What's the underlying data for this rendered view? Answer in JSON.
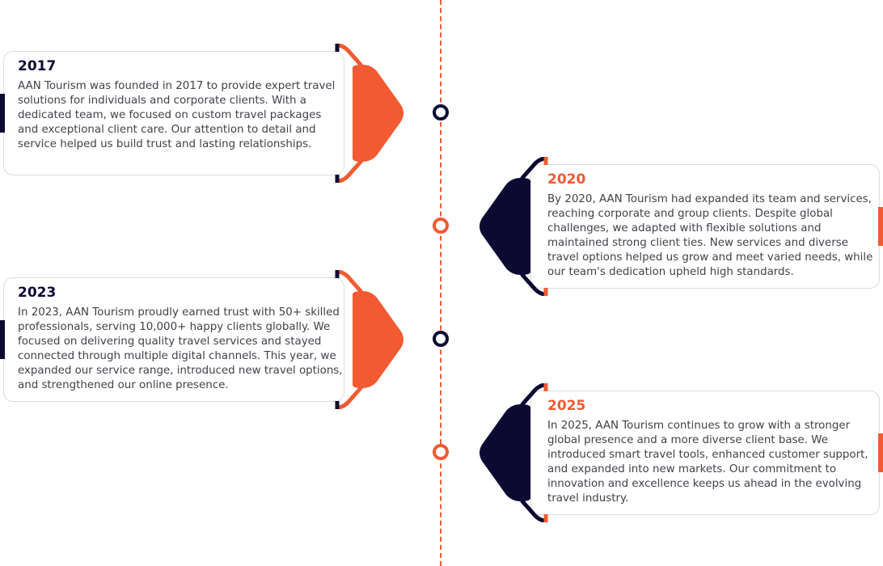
{
  "colors": {
    "accent": "#f25a32",
    "navy": "#0c0a33",
    "text": "#414149"
  },
  "timeline": [
    {
      "year": "2017",
      "text": "AAN Tourism was founded in 2017 to provide expert travel solutions for individuals and corporate clients. With a dedicated team, we focused on custom travel packages and exceptional client care. Our attention to detail and service helped us build trust and lasting relationships."
    },
    {
      "year": "2020",
      "text": "By 2020, AAN Tourism had expanded its team and services, reaching corporate and group clients. Despite global challenges, we adapted with flexible solutions and maintained strong client ties. New services and diverse travel options helped us grow and meet varied needs, while our team's dedication upheld high standards."
    },
    {
      "year": "2023",
      "text": "In 2023, AAN Tourism proudly earned trust with 50+ skilled professionals, serving 10,000+ happy clients globally. We focused on delivering quality travel services and stayed connected through multiple digital channels. This year, we expanded our service range, introduced new travel options, and strengthened our online presence."
    },
    {
      "year": "2025",
      "text": "In 2025, AAN Tourism continues to grow with a stronger global presence and a more diverse client base. We introduced smart travel tools, enhanced customer support, and expanded into new markets. Our commitment to innovation and excellence keeps us ahead in the evolving travel industry."
    }
  ]
}
